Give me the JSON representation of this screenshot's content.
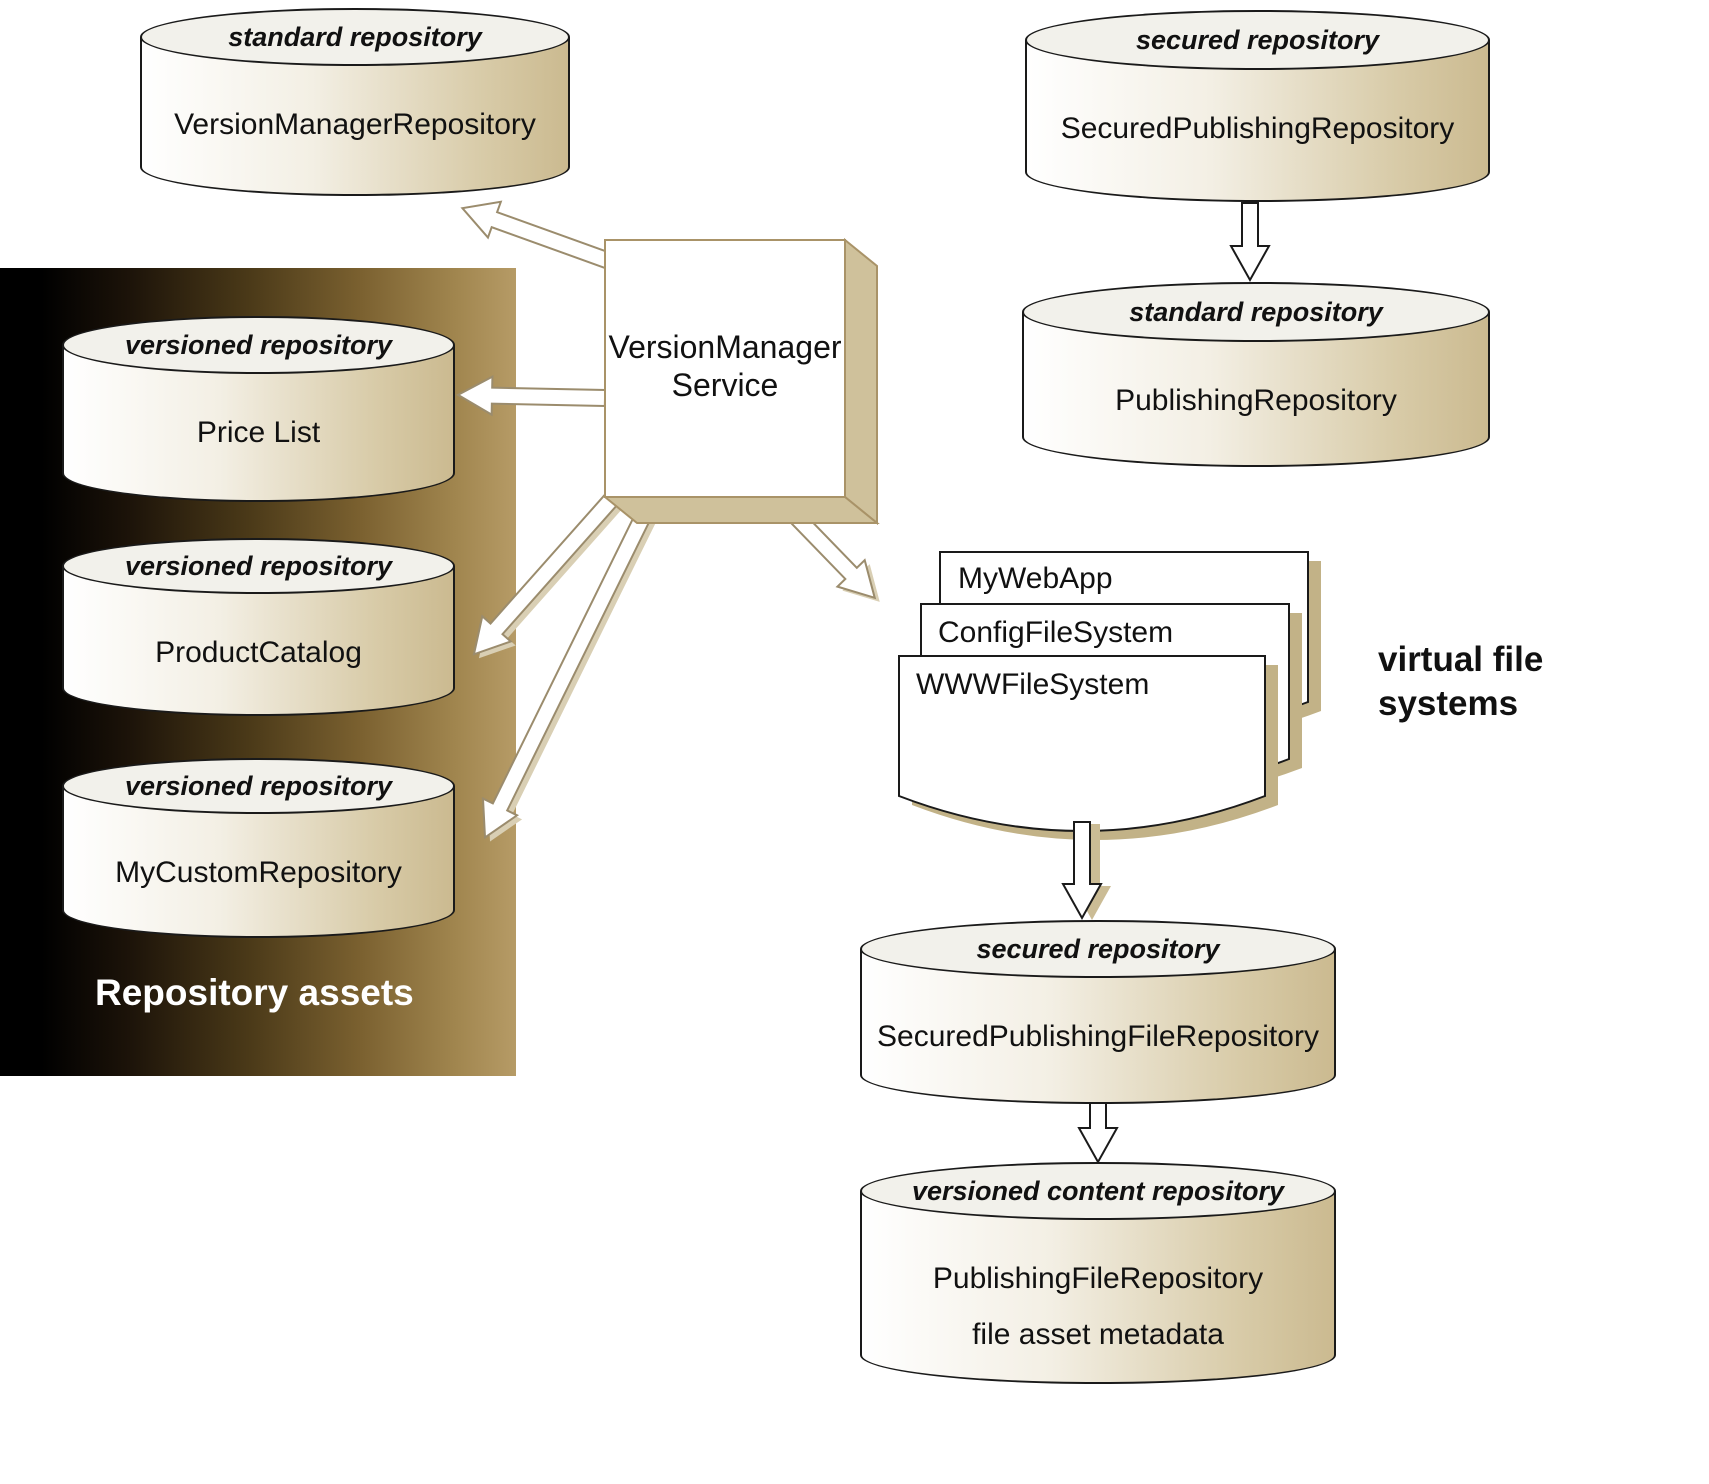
{
  "diagram": {
    "repositories": {
      "version_manager": {
        "type": "standard repository",
        "name": "VersionManagerRepository"
      },
      "secured_publishing": {
        "type": "secured repository",
        "name": "SecuredPublishingRepository"
      },
      "publishing": {
        "type": "standard repository",
        "name": "PublishingRepository"
      },
      "price_list": {
        "type": "versioned repository",
        "name": "Price List"
      },
      "product_catalog": {
        "type": "versioned repository",
        "name": "ProductCatalog"
      },
      "my_custom": {
        "type": "versioned repository",
        "name": "MyCustomRepository"
      },
      "secured_publishing_file": {
        "type": "secured repository",
        "name": "SecuredPublishingFileRepository"
      },
      "publishing_file": {
        "type": "versioned content repository",
        "name": "PublishingFileRepository",
        "subtitle": "file asset metadata"
      }
    },
    "service": {
      "name": "VersionManager Service"
    },
    "virtual_file_systems": {
      "label": "virtual file systems",
      "documents": [
        "MyWebApp",
        "ConfigFileSystem",
        "WWWFileSystem"
      ]
    },
    "asset_panel_label": "Repository assets",
    "colors": {
      "tan_face": "#cfc19b",
      "tan_shadow": "#c2b287",
      "panel_start": "#000000",
      "panel_end": "#b69b66"
    }
  }
}
